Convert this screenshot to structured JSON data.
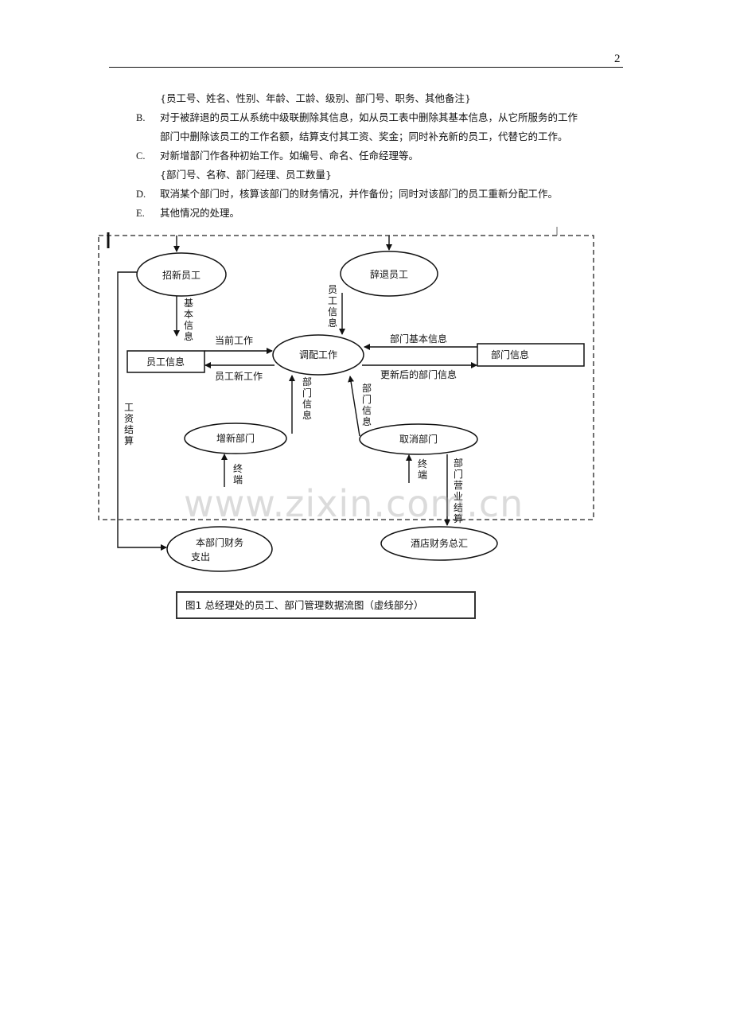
{
  "header": {
    "page_number": "2"
  },
  "body": {
    "fields_staff": "{员工号、姓名、性别、年龄、工龄、级别、部门号、职务、其他备注}",
    "item_b": {
      "marker": "B.",
      "line1": "对于被辞退的员工从系统中级联删除其信息，如从员工表中删除其基本信息，从它所服务的工作",
      "line2": "部门中删除该员工的工作名额，结算支付其工资、奖金；同时补充新的员工，代替它的工作。"
    },
    "item_c": {
      "marker": "C.",
      "text": "对新增部门作各种初始工作。如编号、命名、任命经理等。"
    },
    "fields_dept": "{部门号、名称、部门经理、员工数量}",
    "item_d": {
      "marker": "D.",
      "text": "取消某个部门时，核算该部门的财务情况，并作备份；同时对该部门的员工重新分配工作。"
    },
    "item_e": {
      "marker": "E.",
      "text": "其他情况的处理。"
    }
  },
  "diagram": {
    "processes": {
      "recruit": "招新员工",
      "dismiss": "辞退员工",
      "allocate": "调配工作",
      "add_dept": "增新部门",
      "cancel_dept": "取消部门",
      "dept_finance": [
        "本部门财务",
        "支出"
      ],
      "hotel_finance": "酒店财务总汇"
    },
    "stores": {
      "staff_info": "员工信息",
      "dept_info": "部门信息"
    },
    "flows": {
      "basic_info": "基本信息",
      "staff_info_vertical": "员工信息",
      "current_work": "当前工作",
      "new_work": "员工新工作",
      "dept_basic_info": "部门基本信息",
      "updated_dept_info": "更新后的部门信息",
      "dept_info_left": "部门信息",
      "dept_info_right": "部门信息",
      "salary_settlement": "工资结算",
      "terminal_left": "终端",
      "terminal_right": "终端",
      "dept_business_settlement": "部门营业结算"
    }
  },
  "caption": "图1  总经理处的员工、部门管理数据流图（虚线部分）",
  "watermark": "www.zixin.com.cn"
}
